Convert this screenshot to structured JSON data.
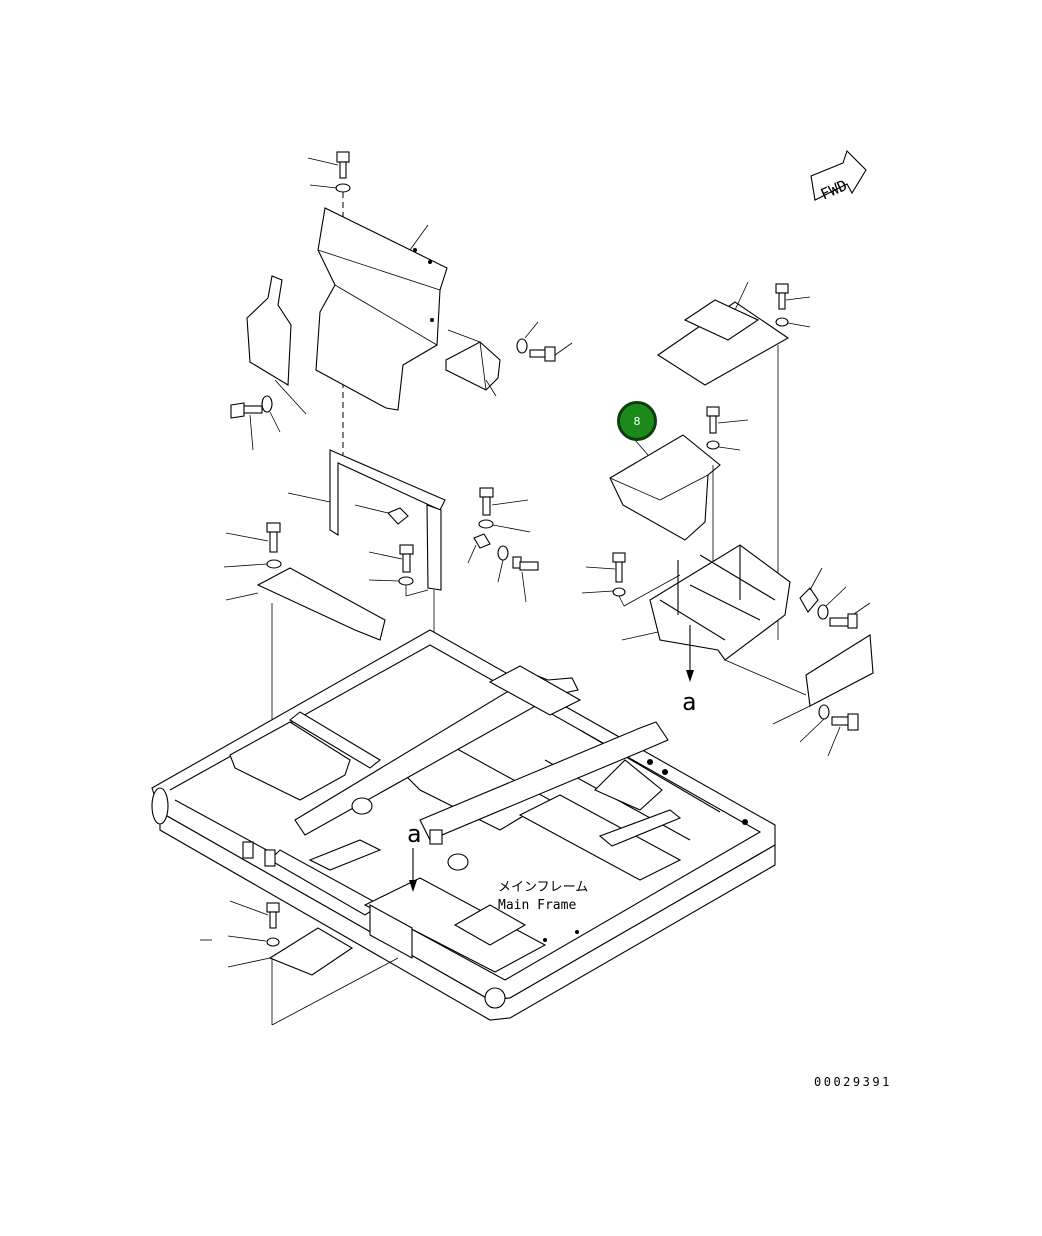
{
  "diagram": {
    "direction_tag": "FWD",
    "main_frame_label_ja": "メインフレーム",
    "main_frame_label_en": "Main Frame",
    "view_marker_right": "a",
    "view_marker_center": "a",
    "drawing_number": "00029391"
  },
  "callout": {
    "label": "8",
    "color": "#1b8a1b"
  }
}
